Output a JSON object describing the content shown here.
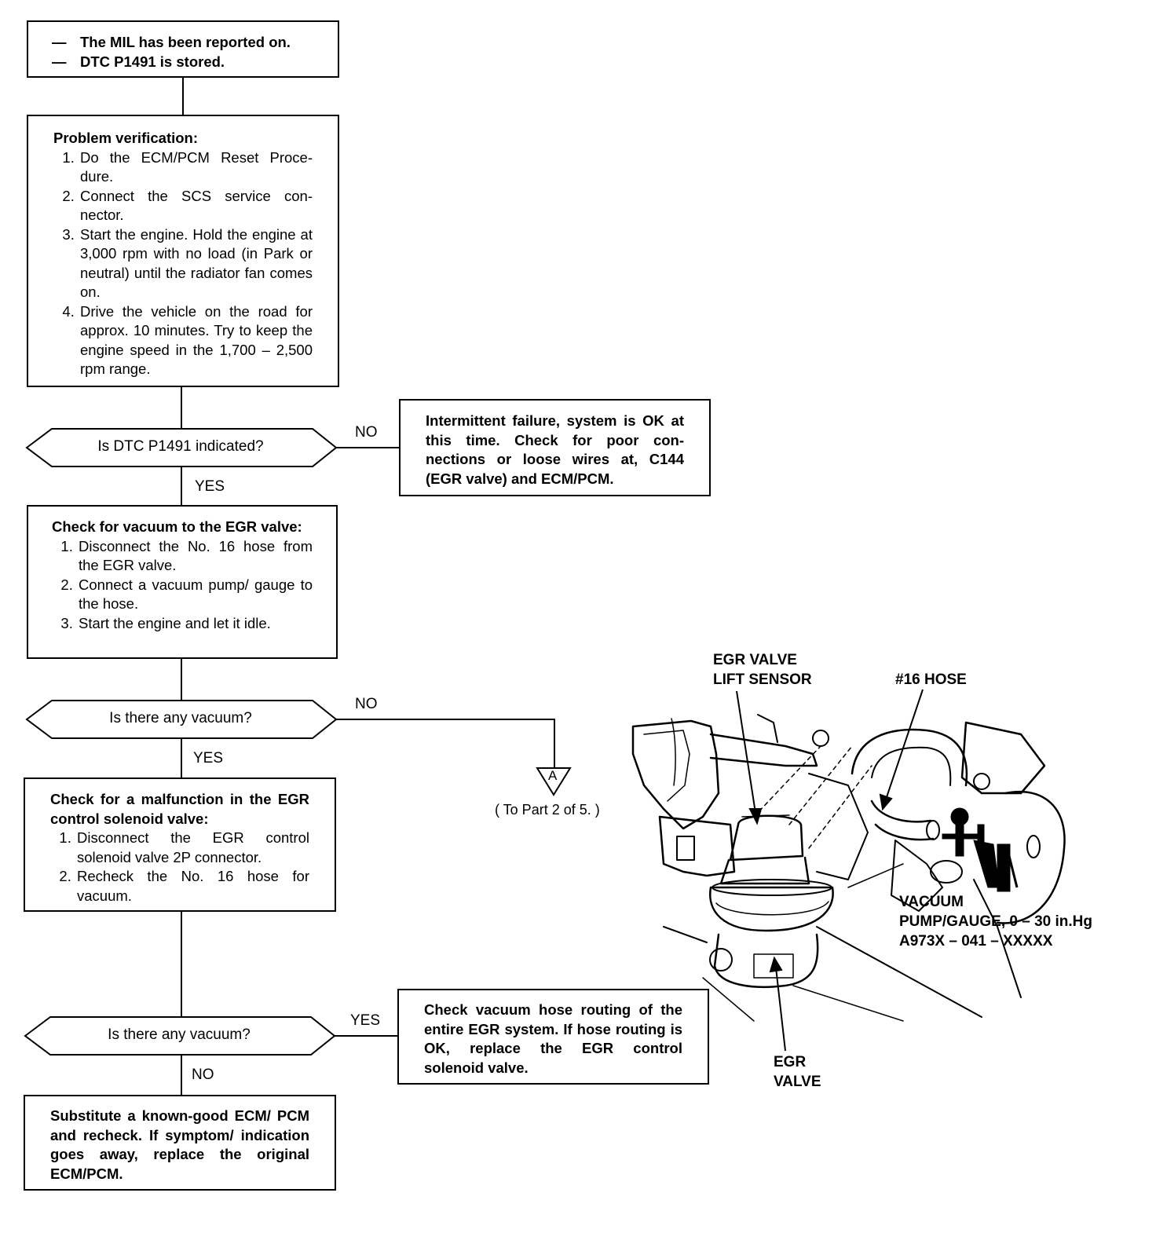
{
  "start_box": {
    "lines": [
      "The MIL has been reported on.",
      "DTC P1491 is stored."
    ]
  },
  "problem_verification": {
    "title": "Problem verification:",
    "steps": [
      "Do the ECM/PCM Reset Proce-dure.",
      "Connect the SCS service con-nector.",
      "Start the engine. Hold the engine at 3,000 rpm with no load (in Park or neutral) until the radiator fan comes on.",
      "Drive the vehicle on the road for approx. 10 minutes. Try to keep the engine speed in the 1,700 – 2,500 rpm range."
    ]
  },
  "decision1": {
    "question": "Is DTC P1491 indicated?",
    "no": "NO",
    "yes": "YES"
  },
  "intermittent_box": {
    "text": "Intermittent failure, system is OK at this time. Check for poor con-nections or loose wires at, C144 (EGR valve) and ECM/PCM."
  },
  "vacuum_check": {
    "title": "Check for vacuum to the EGR valve:",
    "steps": [
      "Disconnect the No. 16 hose from the EGR valve.",
      "Connect a vacuum pump/ gauge to the hose.",
      "Start the engine and let it idle."
    ]
  },
  "decision2": {
    "question": "Is there any vacuum?",
    "no": "NO",
    "yes": "YES"
  },
  "connector_a": {
    "letter": "A",
    "caption": "( To Part 2 of 5. )"
  },
  "solenoid_check": {
    "title": "Check for a malfunction in the EGR control solenoid valve:",
    "steps": [
      "Disconnect the EGR control solenoid valve 2P connector.",
      "Recheck the No. 16 hose for vacuum."
    ]
  },
  "decision3": {
    "question": "Is there any vacuum?",
    "yes": "YES",
    "no": "NO"
  },
  "routing_box": {
    "text": "Check vacuum hose routing of the entire EGR system. If hose routing is OK, replace the EGR control solenoid valve."
  },
  "substitute_box": {
    "text": "Substitute a known-good ECM/ PCM and recheck. If symptom/ indication goes away, replace the original ECM/PCM."
  },
  "illustration": {
    "lift_sensor": "EGR VALVE\nLIFT SENSOR",
    "hose": "#16 HOSE",
    "pump": "VACUUM\nPUMP/GAUGE, 0 – 30 in.Hg\nA973X – 041 – XXXXX",
    "egr_valve": "EGR\nVALVE"
  }
}
